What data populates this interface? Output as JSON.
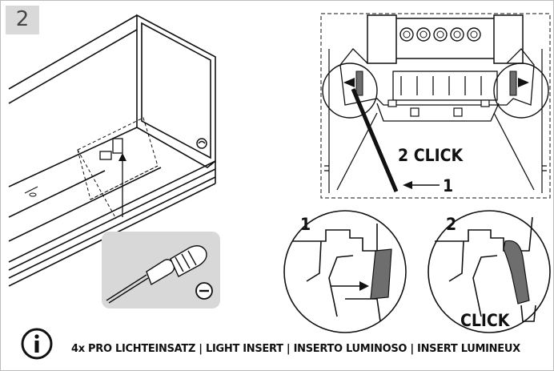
{
  "step": {
    "number": "2"
  },
  "labels": {
    "click_count": "2 CLICK",
    "arrow_one": "1",
    "detail_one": "1",
    "detail_two": "2",
    "click": "CLICK"
  },
  "info": {
    "icon": "info-icon",
    "text": "4x PRO LICHTEINSATZ | LIGHT INSERT | INSERTO LUMINOSO | INSERT LUMINEUX"
  },
  "tool": {
    "icon": "screwdriver-icon",
    "badge": "minus-slot-icon"
  },
  "colors": {
    "frame_border": "#bdbdbd",
    "step_box": "#d9d9d9",
    "tool_box": "#d8d8d8",
    "clip_grey": "#6e6e6e"
  }
}
